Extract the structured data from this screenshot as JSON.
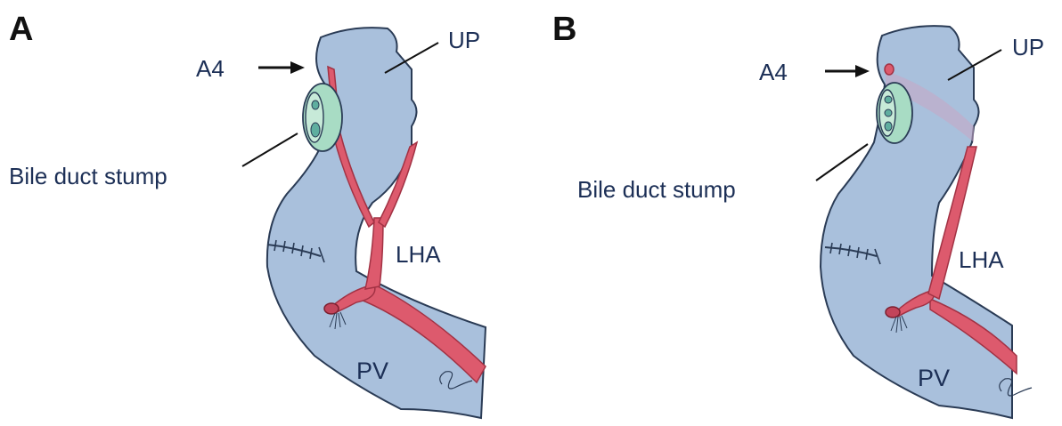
{
  "panels": [
    {
      "letter": "A",
      "labels": {
        "a4": "A4",
        "up": "UP",
        "bile_duct": "Bile duct stump",
        "lha": "LHA",
        "pv": "PV"
      }
    },
    {
      "letter": "B",
      "labels": {
        "a4": "A4",
        "up": "UP",
        "bile_duct": "Bile duct stump",
        "lha": "LHA",
        "pv": "PV"
      }
    }
  ],
  "colors": {
    "vessel_fill": "#a9c0dc",
    "vessel_outline": "#2a3b55",
    "artery": "#dd5a6d",
    "artery_dark": "#b83b50",
    "bile_duct": "#a8dcc4",
    "label_text": "#1c2f56"
  }
}
